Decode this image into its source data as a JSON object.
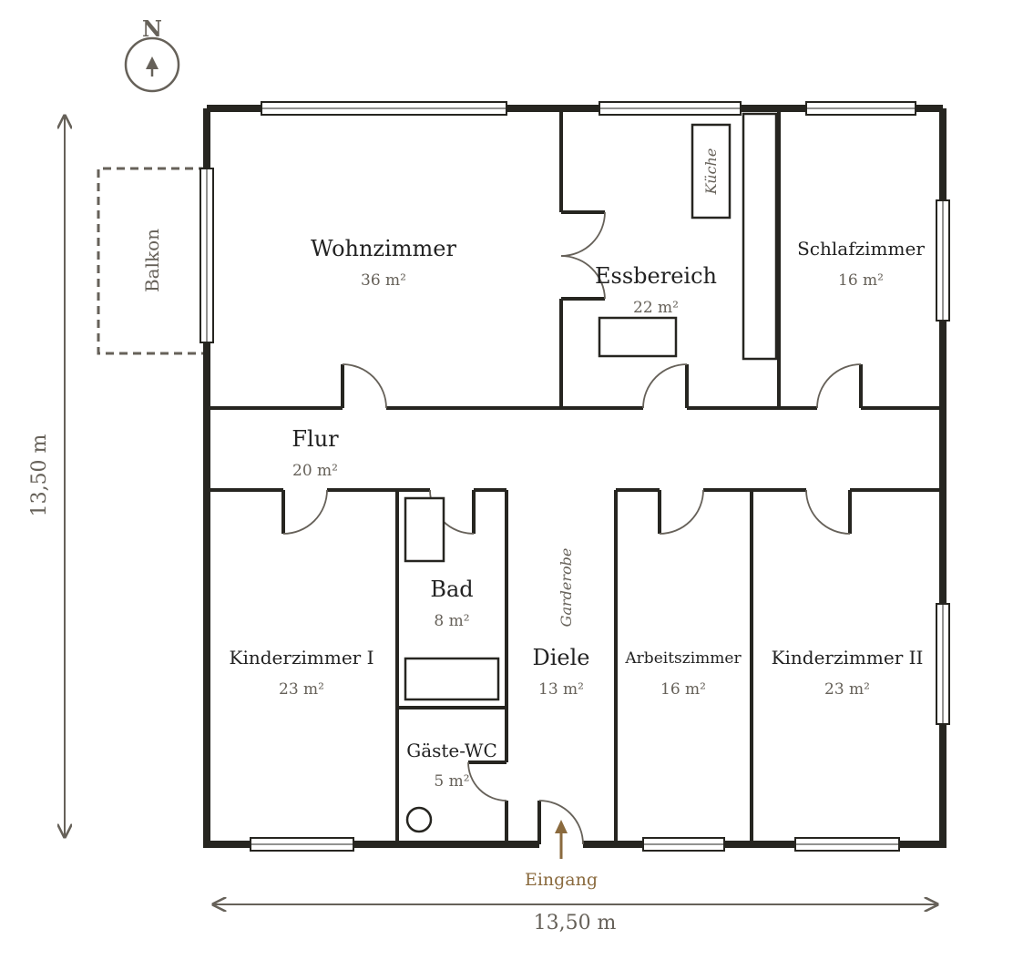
{
  "north": {
    "label": "N"
  },
  "dimensions": {
    "width_label": "13,50 m",
    "height_label": "13,50 m"
  },
  "balcony": {
    "label": "Balkon"
  },
  "rooms": {
    "wohnzimmer": {
      "name": "Wohnzimmer",
      "area": "36 m²"
    },
    "essbereich": {
      "name": "Essbereich",
      "area": "22 m²"
    },
    "kueche": {
      "name": "Küche"
    },
    "schlafzimmer": {
      "name": "Schlafzimmer",
      "area": "16 m²"
    },
    "flur": {
      "name": "Flur",
      "area": "20 m²"
    },
    "bad": {
      "name": "Bad",
      "area": "8 m²"
    },
    "gaeste_wc": {
      "name": "Gäste-WC",
      "area": "5 m²"
    },
    "diele": {
      "name": "Diele",
      "area": "13 m²"
    },
    "garderobe": {
      "name": "Garderobe"
    },
    "kinderzimmer_1": {
      "name": "Kinderzimmer I",
      "area": "23 m²"
    },
    "arbeitszimmer": {
      "name": "Arbeitszimmer",
      "area": "16 m²"
    },
    "kinderzimmer_2": {
      "name": "Kinderzimmer II",
      "area": "23 m²"
    }
  },
  "entrance": {
    "label": "Eingang"
  },
  "colors": {
    "wall": "#262520",
    "annotation": "#666159",
    "entrance": "#8a6a3e",
    "background": "#ffffff"
  }
}
